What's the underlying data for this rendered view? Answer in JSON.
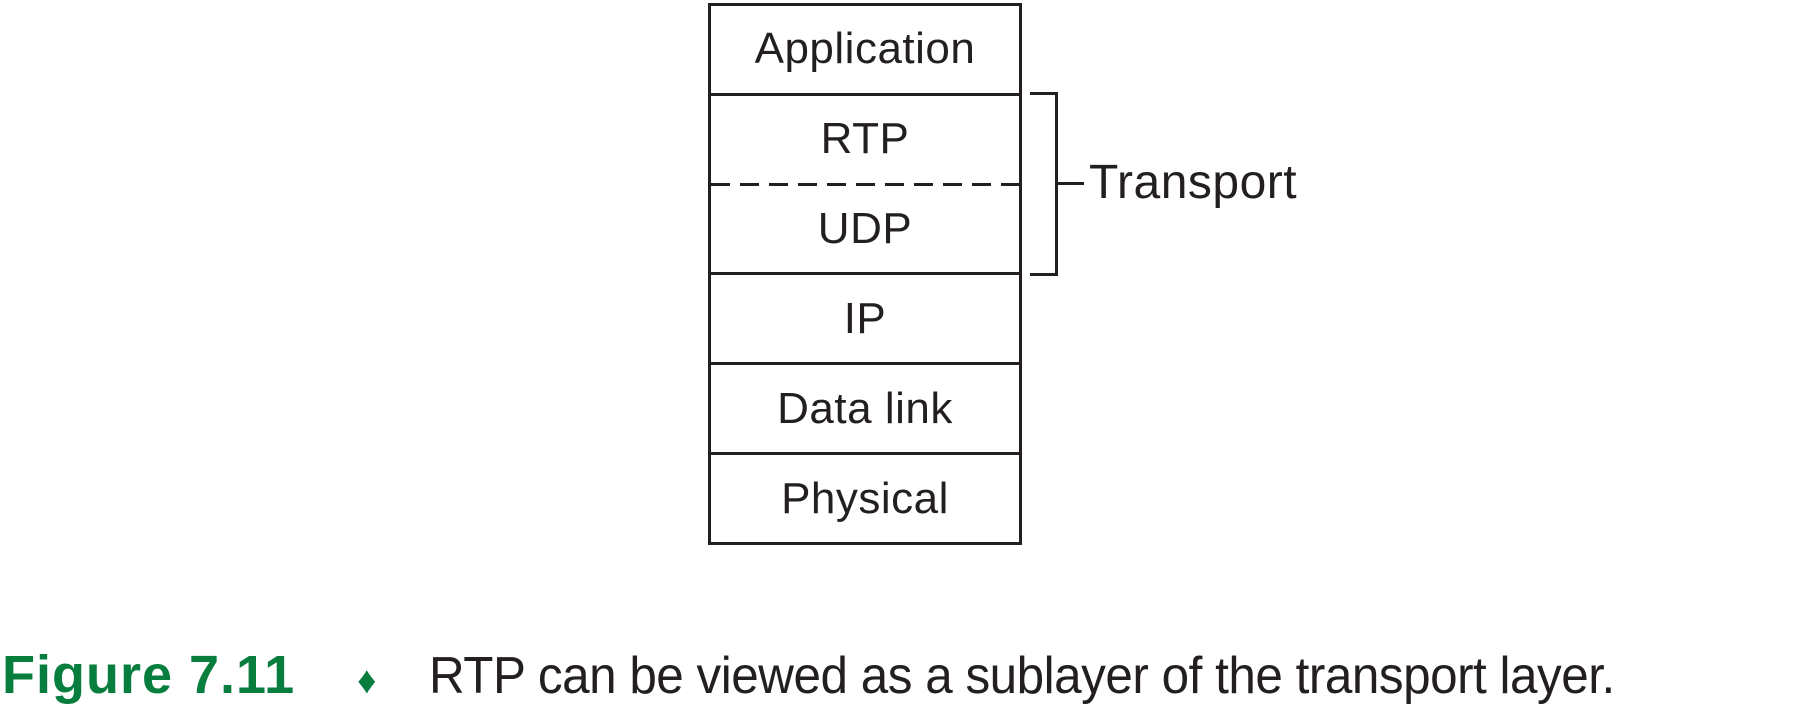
{
  "colors": {
    "ink": "#231f20",
    "accent_green": "#077d3e"
  },
  "stack": {
    "layers": [
      {
        "id": "application",
        "label": "Application"
      },
      {
        "id": "rtp",
        "label": "RTP"
      },
      {
        "id": "udp",
        "label": "UDP"
      },
      {
        "id": "ip",
        "label": "IP"
      },
      {
        "id": "data_link",
        "label": "Data link"
      },
      {
        "id": "physical",
        "label": "Physical"
      }
    ],
    "transport_group": {
      "label": "Transport",
      "spans": [
        "RTP",
        "UDP"
      ]
    }
  },
  "caption": {
    "figure_label": "Figure 7.11",
    "bullet": "♦",
    "text": "RTP can be viewed as a sublayer of the transport layer."
  }
}
